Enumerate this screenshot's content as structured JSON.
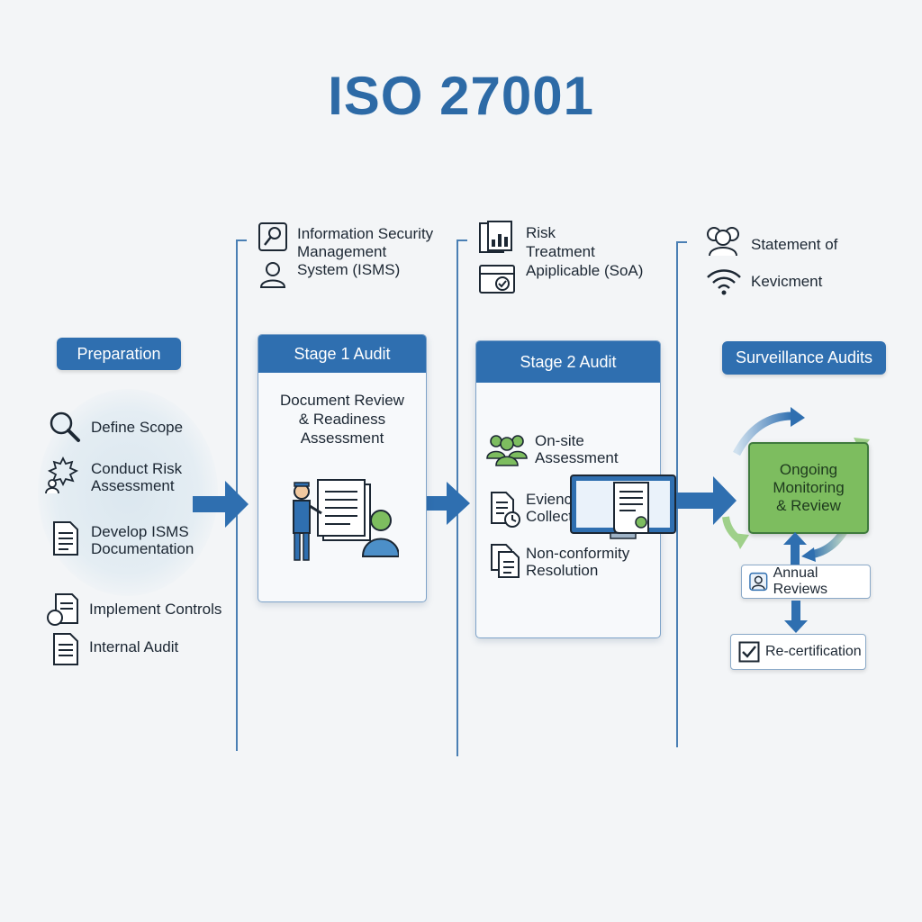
{
  "title": "ISO 27001",
  "colors": {
    "primary": "#2f6fb0",
    "title": "#2d6aa6",
    "accent_green": "#7dbd5f",
    "background": "#f3f5f7"
  },
  "top_notes": {
    "isms": {
      "text": "Information Security\nManagement\nSystem (ISMS)",
      "icons": [
        "key-search-icon",
        "user-icon"
      ]
    },
    "risk": {
      "text": "Risk\nTreatment\nApiplicable (SoA)",
      "icons": [
        "document-chart-icon",
        "checklist-icon"
      ]
    },
    "statement": {
      "line1": "Statement of",
      "line2": "Kevicment",
      "icons": [
        "people-icon",
        "wifi-icon"
      ]
    }
  },
  "preparation": {
    "label": "Preparation",
    "items": [
      {
        "label": "Define Scope",
        "icon": "magnifier-icon"
      },
      {
        "label": "Conduct Risk\nAssessment",
        "icon": "risk-people-icon"
      },
      {
        "label": "Develop ISMS\nDocumentation",
        "icon": "document-icon"
      },
      {
        "label": "Implement Controls",
        "icon": "controls-document-icon"
      },
      {
        "label": "Internal Audit",
        "icon": "audit-document-icon"
      }
    ]
  },
  "stage1": {
    "header": "Stage 1 Audit",
    "description": "Document Review\n& Readiness\nAssessment",
    "illustration": "presenter-document-icon"
  },
  "stage2": {
    "header": "Stage 2 Audit",
    "items": [
      {
        "label": "On-site\nAssessment",
        "icon": "team-icon"
      },
      {
        "label": "Evience\nCollection",
        "icon": "document-clock-icon"
      },
      {
        "label": "Non-conformity\nResolution",
        "icon": "documents-icon"
      }
    ],
    "illustration": "monitor-certificate-icon"
  },
  "surveillance": {
    "label": "Surveillance Audits",
    "center": "Ongoing\nMonitoring\n& Review",
    "annual": "Annual Reviews",
    "recert": "Re-certification"
  }
}
